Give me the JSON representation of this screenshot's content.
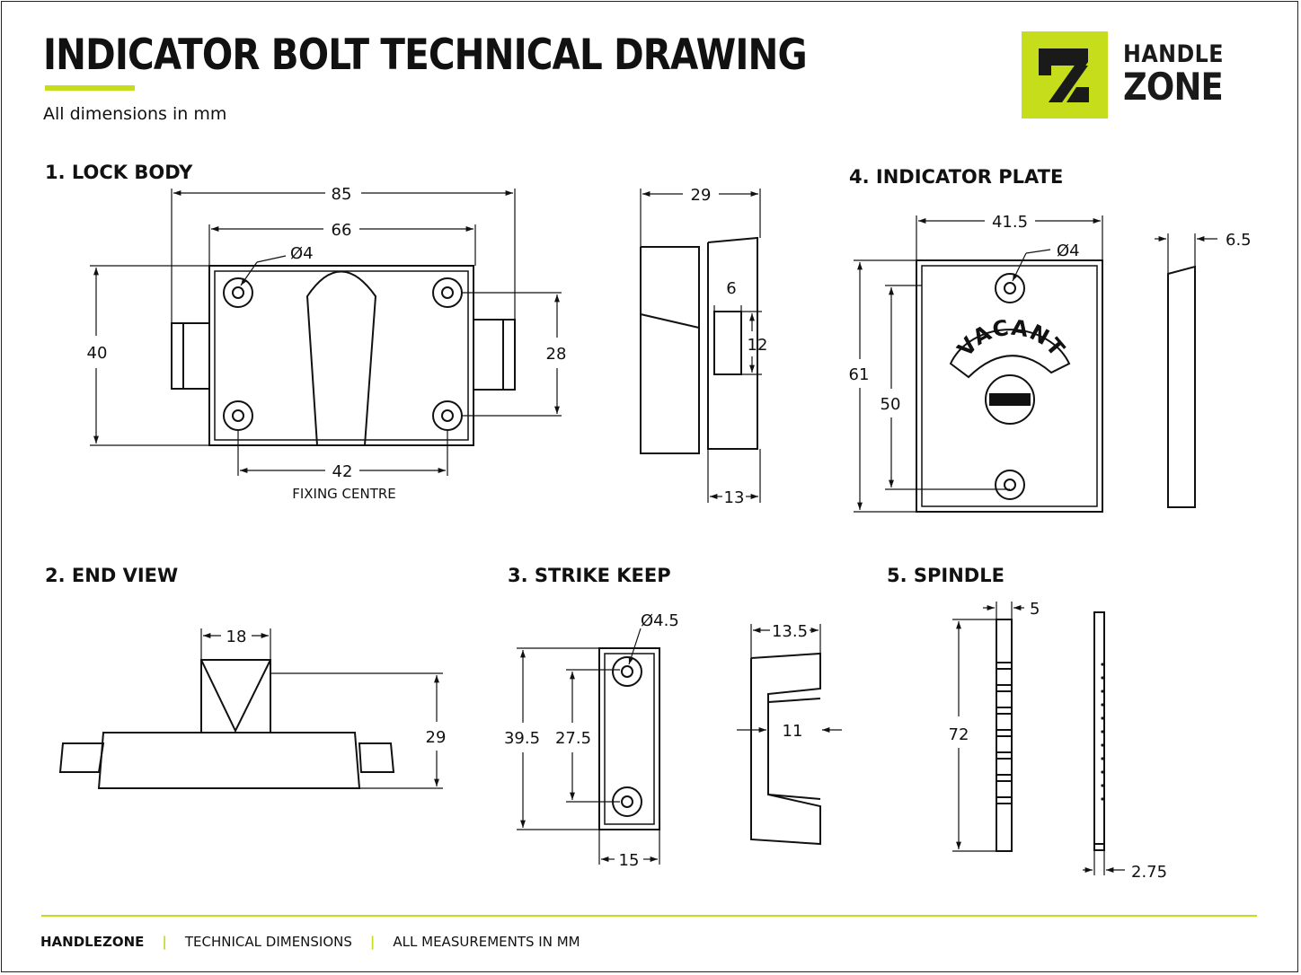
{
  "header": {
    "title": "INDICATOR BOLT TECHNICAL DRAWING",
    "subtitle": "All dimensions in mm"
  },
  "logo": {
    "line1": "HANDLE",
    "line2": "ZONE",
    "mark_icon": "handlezone-z-mark",
    "brand_color": "#c5dd1a"
  },
  "sections": {
    "lock_body": {
      "heading": "1. LOCK BODY",
      "width_overall": "85",
      "width_case": "66",
      "height": "40",
      "fixing_vertical": "28",
      "fixing_horizontal": "42",
      "fixing_label": "FIXING CENTRE",
      "hole": "Ø4"
    },
    "side_view": {
      "depth": "29",
      "bolt_width": "6",
      "bolt_height": "12",
      "base_depth": "13"
    },
    "end_view": {
      "heading": "2. END VIEW",
      "width": "18",
      "height": "29"
    },
    "strike_keep": {
      "heading": "3. STRIKE KEEP",
      "hole": "Ø4.5",
      "height": "39.5",
      "fixing": "27.5",
      "width": "15",
      "side_depth": "13.5",
      "slot": "11"
    },
    "indicator_plate": {
      "heading": "4. INDICATOR PLATE",
      "width": "41.5",
      "hole": "Ø4",
      "height": "61",
      "fixing": "50",
      "thickness": "6.5",
      "label": "VACANT"
    },
    "spindle": {
      "heading": "5. SPINDLE",
      "width": "5",
      "length": "72",
      "thickness": "2.75"
    }
  },
  "footer": {
    "brand": "HANDLEZONE",
    "item2": "TECHNICAL DIMENSIONS",
    "item3": "ALL MEASUREMENTS IN MM",
    "separator": "|"
  }
}
